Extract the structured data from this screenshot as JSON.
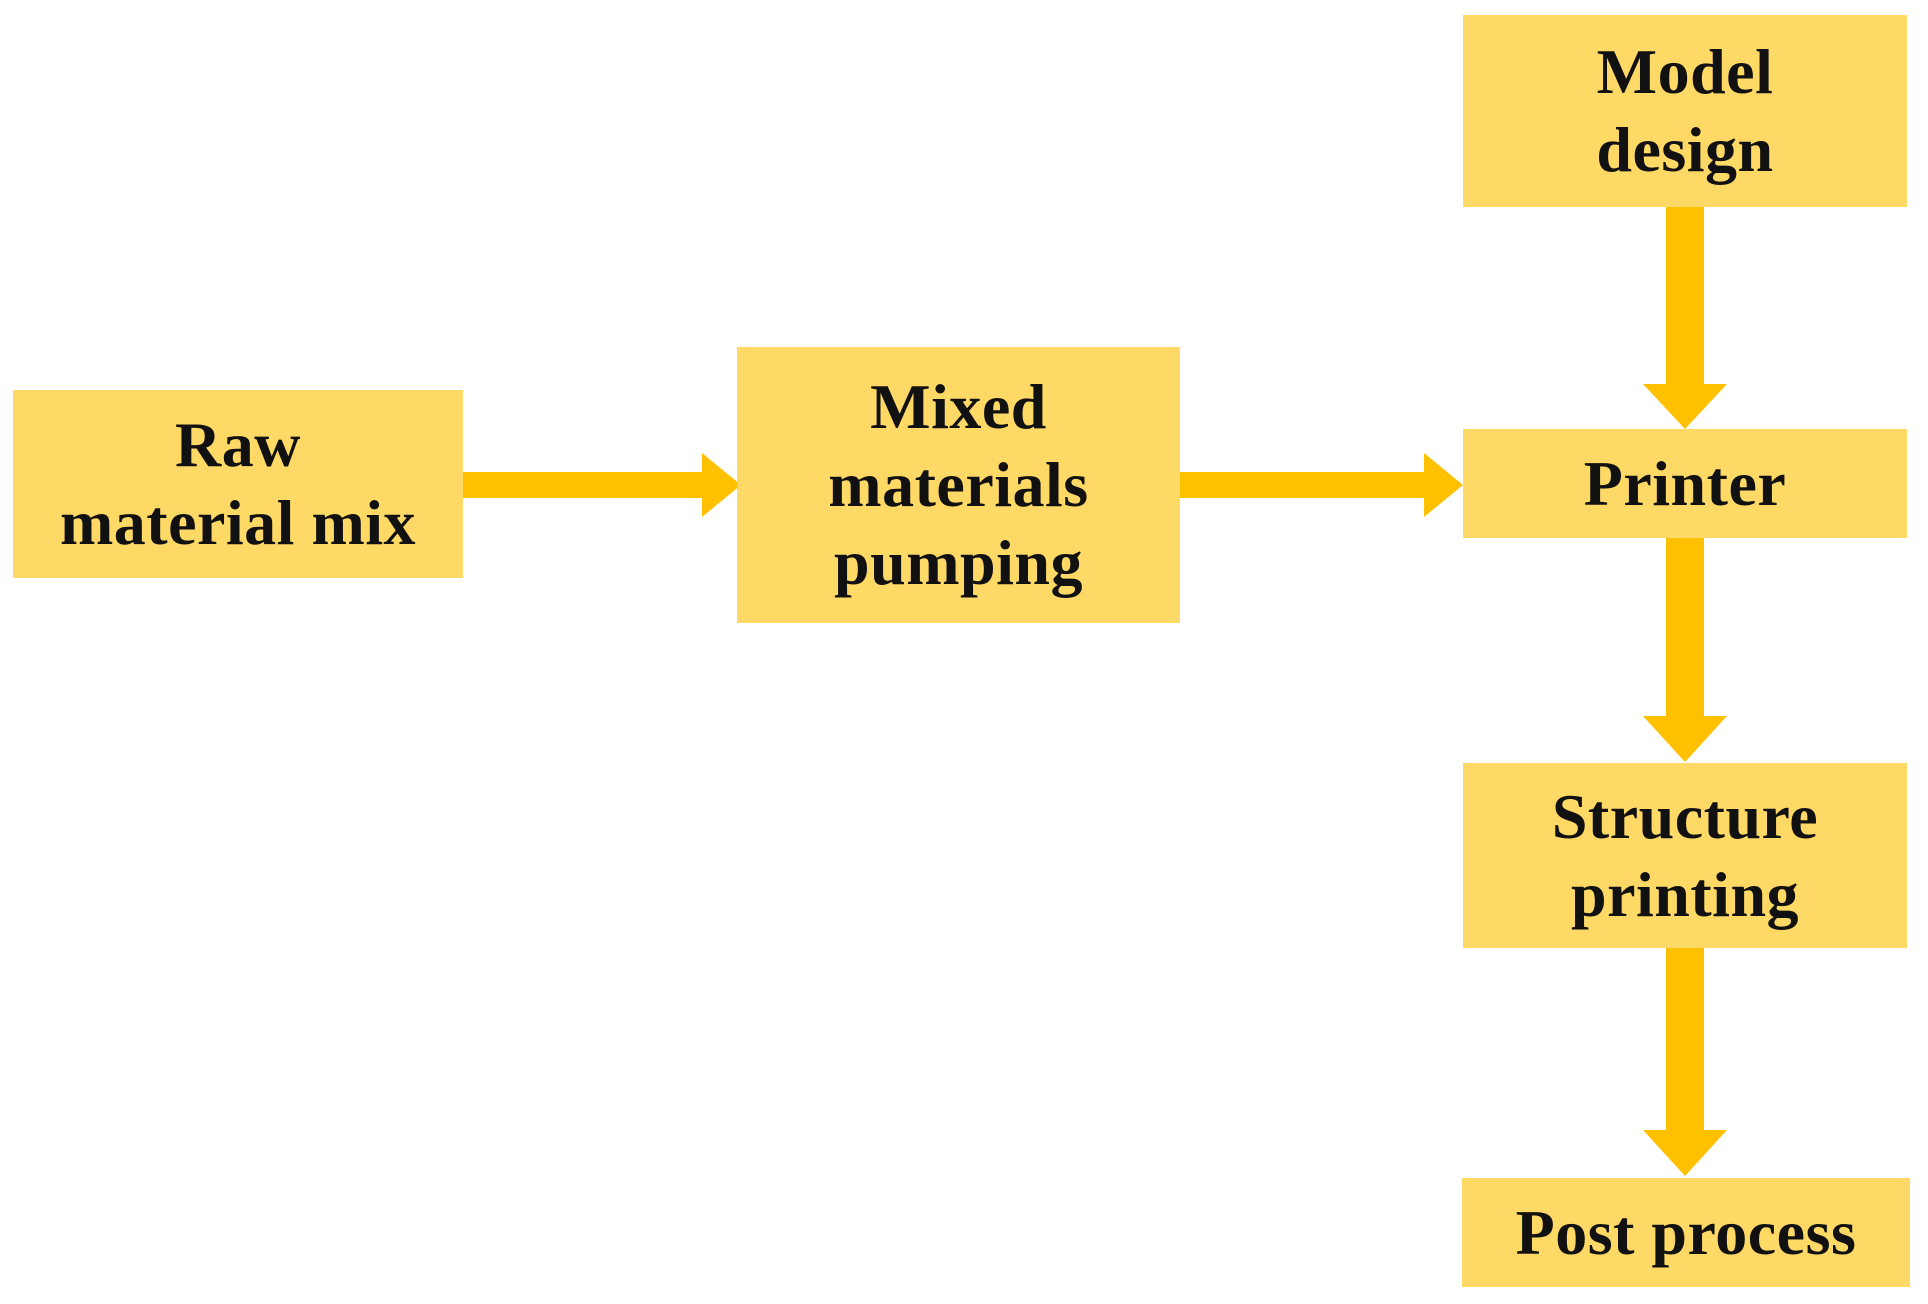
{
  "colors": {
    "background": "#ffffff",
    "box_fill": "#ffd966",
    "arrow": "#ffc000",
    "text": "#111111"
  },
  "nodes": {
    "raw": {
      "label": "Raw\nmaterial mix"
    },
    "mixed": {
      "label": "Mixed\nmaterials\npumping"
    },
    "model": {
      "label": "Model\ndesign"
    },
    "printer": {
      "label": "Printer"
    },
    "structure": {
      "label": "Structure\nprinting"
    },
    "post": {
      "label": "Post process"
    }
  },
  "edges": [
    {
      "from": "Raw material mix",
      "to": "Mixed materials pumping"
    },
    {
      "from": "Mixed materials pumping",
      "to": "Printer"
    },
    {
      "from": "Model design",
      "to": "Printer"
    },
    {
      "from": "Printer",
      "to": "Structure printing"
    },
    {
      "from": "Structure printing",
      "to": "Post process"
    }
  ]
}
